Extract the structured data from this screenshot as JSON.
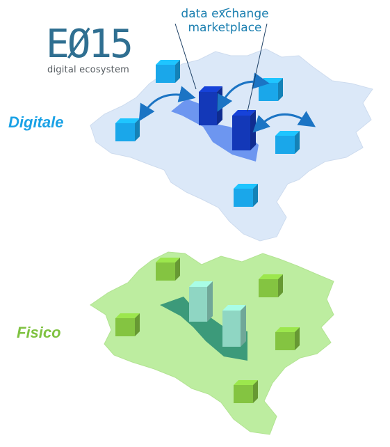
{
  "logo": {
    "name": "EØ15",
    "subtitle": "digital ecosystem"
  },
  "marketplace_label": "data exchange marketplace",
  "layers": {
    "digital": "Digitale",
    "physical": "Fisico"
  },
  "colors": {
    "digital_region": "#dbe8f8",
    "digital_highlight": "#6d96f0",
    "digital_cube": "#1aa7ea",
    "marketplace_block": "#1338b8",
    "arrow": "#1b74c4",
    "physical_region": "#bdeda0",
    "physical_highlight": "#3c9a7a",
    "physical_cube": "#84c441",
    "physical_block": "#8fd6c3",
    "label_digital": "#1aa2e6",
    "label_physical": "#7fc241"
  }
}
